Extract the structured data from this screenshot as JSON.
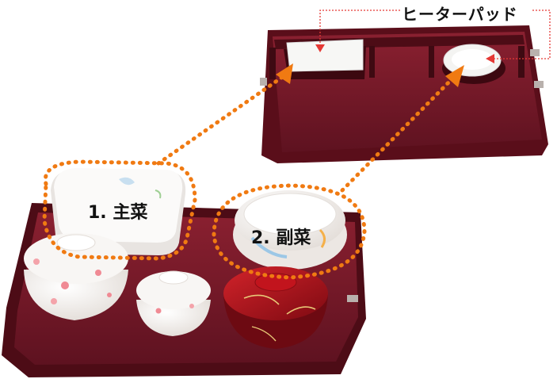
{
  "heater_pad_label": "ヒーターパッド",
  "items": [
    {
      "label": "1. 主菜"
    },
    {
      "label": "2. 副菜"
    }
  ],
  "colors": {
    "tray": "#7a1a26",
    "tray_dark": "#4d0c16",
    "bowl": "#f7f3f1",
    "lacquer": "#b3111c",
    "callout_line": "#e53935",
    "dotted_path": "#f07a12"
  }
}
